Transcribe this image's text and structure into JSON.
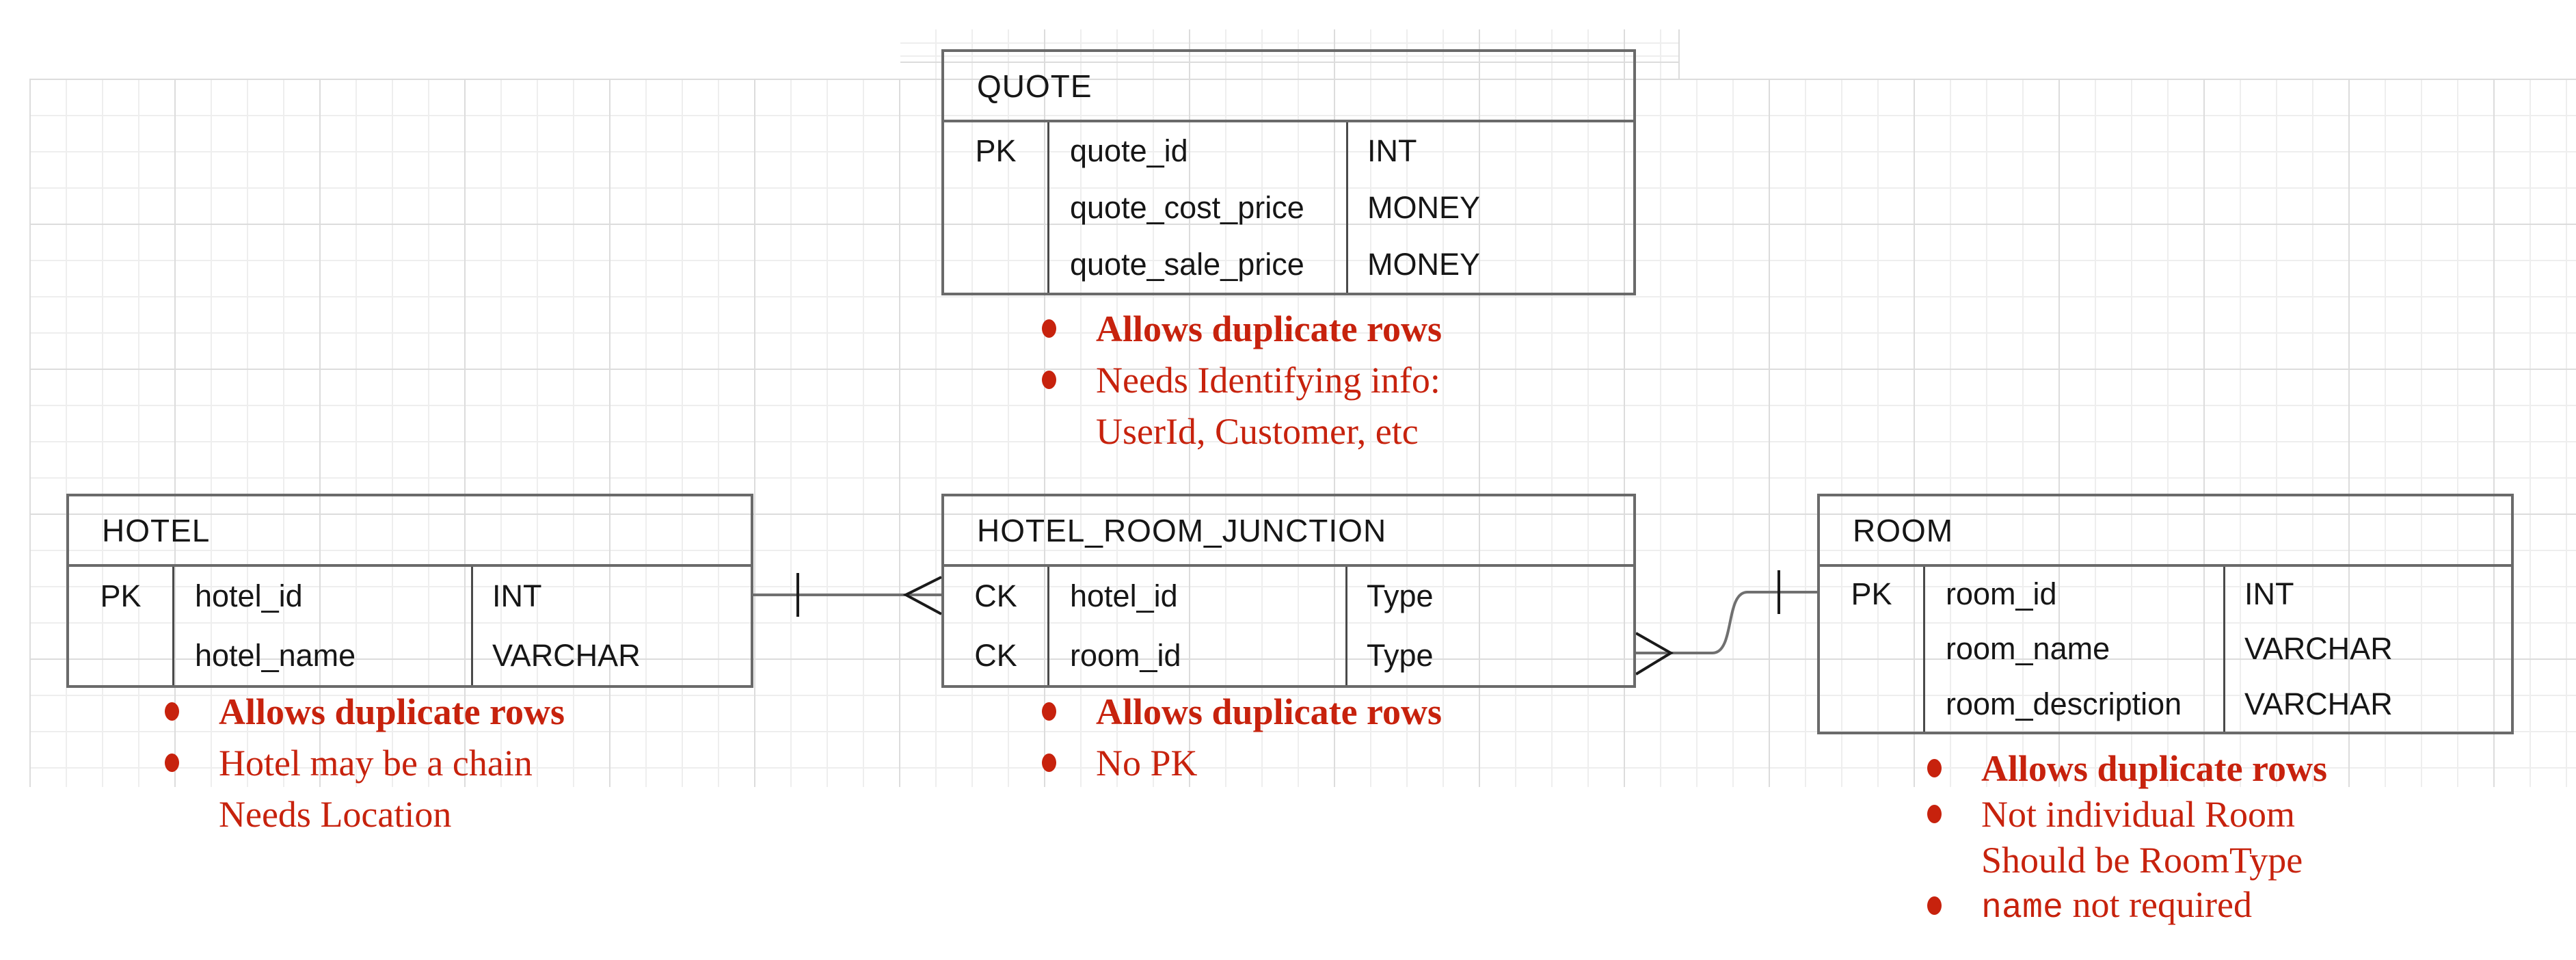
{
  "canvas": {
    "background": "#ffffff",
    "grid_minor_color": "#eeeeee",
    "grid_major_color": "#dcdcdc"
  },
  "palette": {
    "annotation_red": "#c7220d",
    "table_border_gray": "#6a6a6a",
    "table_text": "#161616"
  },
  "tables": [
    {
      "id": "quote",
      "title": "QUOTE",
      "rows": [
        {
          "key": "PK",
          "name": "quote_id",
          "type": "INT"
        },
        {
          "key": "",
          "name": "quote_cost_price",
          "type": "MONEY"
        },
        {
          "key": "",
          "name": "quote_sale_price",
          "type": "MONEY"
        }
      ],
      "notes": [
        {
          "bullet": true,
          "bold": true,
          "segments": [
            {
              "text": "Allows duplicate rows"
            }
          ]
        },
        {
          "bullet": true,
          "bold": false,
          "segments": [
            {
              "text": "Needs Identifying info:"
            }
          ]
        },
        {
          "bullet": false,
          "bold": false,
          "segments": [
            {
              "text": "UserId, Customer, etc"
            }
          ]
        }
      ]
    },
    {
      "id": "hotel",
      "title": "HOTEL",
      "rows": [
        {
          "key": "PK",
          "name": "hotel_id",
          "type": "INT"
        },
        {
          "key": "",
          "name": "hotel_name",
          "type": "VARCHAR"
        }
      ],
      "notes": [
        {
          "bullet": true,
          "bold": true,
          "segments": [
            {
              "text": "Allows duplicate rows"
            }
          ]
        },
        {
          "bullet": true,
          "bold": false,
          "segments": [
            {
              "text": "Hotel may be a chain"
            }
          ]
        },
        {
          "bullet": false,
          "bold": false,
          "segments": [
            {
              "text": "Needs Location"
            }
          ]
        }
      ]
    },
    {
      "id": "junction",
      "title": "HOTEL_ROOM_JUNCTION",
      "rows": [
        {
          "key": "CK",
          "name": "hotel_id",
          "type": "Type"
        },
        {
          "key": "CK",
          "name": "room_id",
          "type": "Type"
        }
      ],
      "notes": [
        {
          "bullet": true,
          "bold": true,
          "segments": [
            {
              "text": "Allows duplicate rows"
            }
          ]
        },
        {
          "bullet": true,
          "bold": false,
          "segments": [
            {
              "text": "No PK"
            }
          ]
        }
      ]
    },
    {
      "id": "room",
      "title": "ROOM",
      "rows": [
        {
          "key": "PK",
          "name": "room_id",
          "type": "INT"
        },
        {
          "key": "",
          "name": "room_name",
          "type": "VARCHAR"
        },
        {
          "key": "",
          "name": "room_description",
          "type": "VARCHAR"
        }
      ],
      "notes": [
        {
          "bullet": true,
          "bold": true,
          "segments": [
            {
              "text": "Allows duplicate rows"
            }
          ]
        },
        {
          "bullet": true,
          "bold": false,
          "segments": [
            {
              "text": "Not individual Room"
            }
          ]
        },
        {
          "bullet": false,
          "bold": false,
          "segments": [
            {
              "text": "Should be RoomType"
            }
          ]
        },
        {
          "bullet": true,
          "bold": false,
          "segments": [
            {
              "text": "name",
              "mono": true
            },
            {
              "text": " not required"
            }
          ]
        }
      ]
    }
  ],
  "connectors": [
    {
      "from_table": "HOTEL",
      "to_table": "HOTEL_ROOM_JUNCTION",
      "from_cardinality": "one",
      "to_cardinality": "many"
    },
    {
      "from_table": "HOTEL_ROOM_JUNCTION",
      "to_table": "ROOM",
      "from_cardinality": "many",
      "to_cardinality": "one"
    }
  ]
}
